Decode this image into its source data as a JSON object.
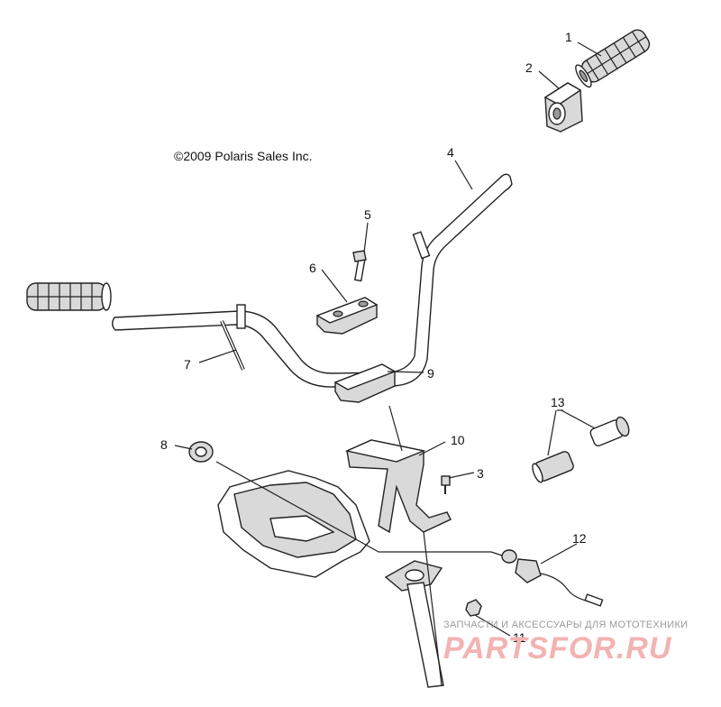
{
  "copyright": "©2009 Polaris Sales Inc.",
  "callouts": [
    {
      "id": "1",
      "label": "1"
    },
    {
      "id": "2",
      "label": "2"
    },
    {
      "id": "3",
      "label": "3"
    },
    {
      "id": "4",
      "label": "4"
    },
    {
      "id": "5",
      "label": "5"
    },
    {
      "id": "6",
      "label": "6"
    },
    {
      "id": "7",
      "label": "7"
    },
    {
      "id": "8",
      "label": "8"
    },
    {
      "id": "9",
      "label": "9"
    },
    {
      "id": "10",
      "label": "10"
    },
    {
      "id": "11",
      "label": "11"
    },
    {
      "id": "12",
      "label": "12"
    },
    {
      "id": "13",
      "label": "13"
    }
  ],
  "watermark": {
    "tagline": "ЗАПЧАСТИ И АКСЕССУАРЫ ДЛЯ МОТОТЕХНИКИ",
    "logo": "PARTSFOR.RU",
    "logo_color": "#f3b3b3"
  }
}
